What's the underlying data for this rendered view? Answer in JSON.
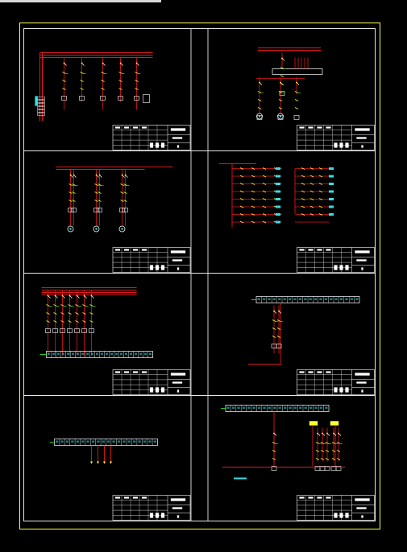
{
  "colors": {
    "background": "#000000",
    "outer_frame": "#ffff40",
    "inner_frame": "#ffffff",
    "panel_border": "#e6e6e6",
    "wire_red": "#e01818",
    "wire_yellow": "#ffff30",
    "wire_green": "#20d020",
    "wire_cyan": "#30e0e8",
    "component_white": "#ffffff",
    "title_block": "#ffffff"
  },
  "sheets": [
    {
      "id": "sheet-1",
      "label": "",
      "kind": "feeder-multi-branch"
    },
    {
      "id": "sheet-2",
      "label": "",
      "kind": "busbar-tap"
    },
    {
      "id": "sheet-3",
      "label": "",
      "kind": "three-motor-starters"
    },
    {
      "id": "sheet-4",
      "label": "",
      "kind": "control-ladder"
    },
    {
      "id": "sheet-5",
      "label": "",
      "kind": "six-branch-terminal"
    },
    {
      "id": "sheet-6",
      "label": "",
      "kind": "single-feeder-terminal"
    },
    {
      "id": "sheet-7",
      "label": "",
      "kind": "terminal-strip-only"
    },
    {
      "id": "sheet-8",
      "label": "",
      "kind": "terminal-two-feeders"
    }
  ]
}
